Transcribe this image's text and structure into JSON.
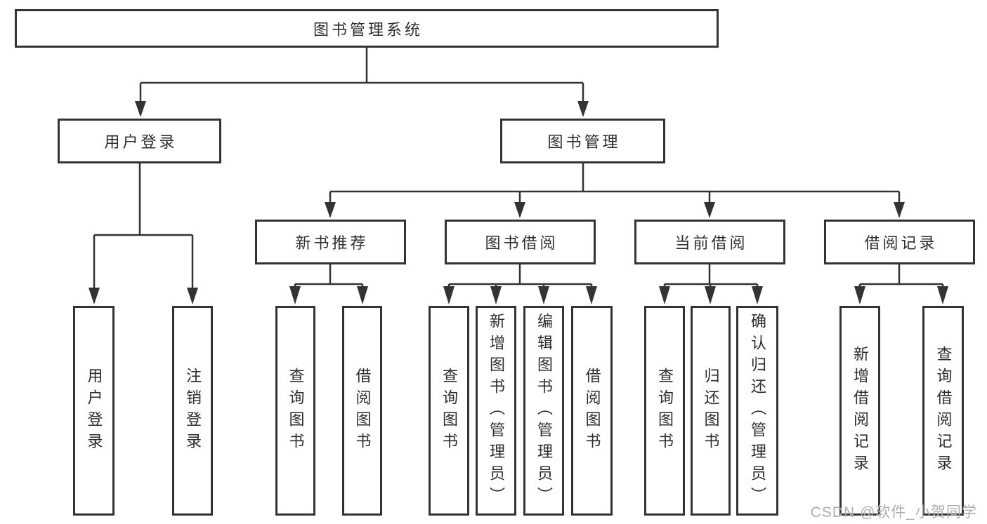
{
  "diagram": {
    "title": "图书管理系统",
    "level2": [
      "用户登录",
      "图书管理"
    ],
    "level3": [
      "新书推荐",
      "图书借阅",
      "当前借阅",
      "借阅记录"
    ],
    "leaves": {
      "login": [
        "用户登录",
        "注销登录"
      ],
      "recommend": [
        "查询图书",
        "借阅图书"
      ],
      "borrow": [
        "查询图书",
        "新增图书（管理员）",
        "编辑图书（管理员）",
        "借阅图书"
      ],
      "current": [
        "查询图书",
        "归还图书",
        "确认归还（管理员）"
      ],
      "records": [
        "新增借阅记录",
        "查询借阅记录"
      ]
    }
  },
  "watermark": "CSDN @软件_小贺同学",
  "colors": {
    "line": "#333333",
    "text": "#2d2d2d",
    "watermark": "#aeaeae",
    "background": "#ffffff"
  }
}
